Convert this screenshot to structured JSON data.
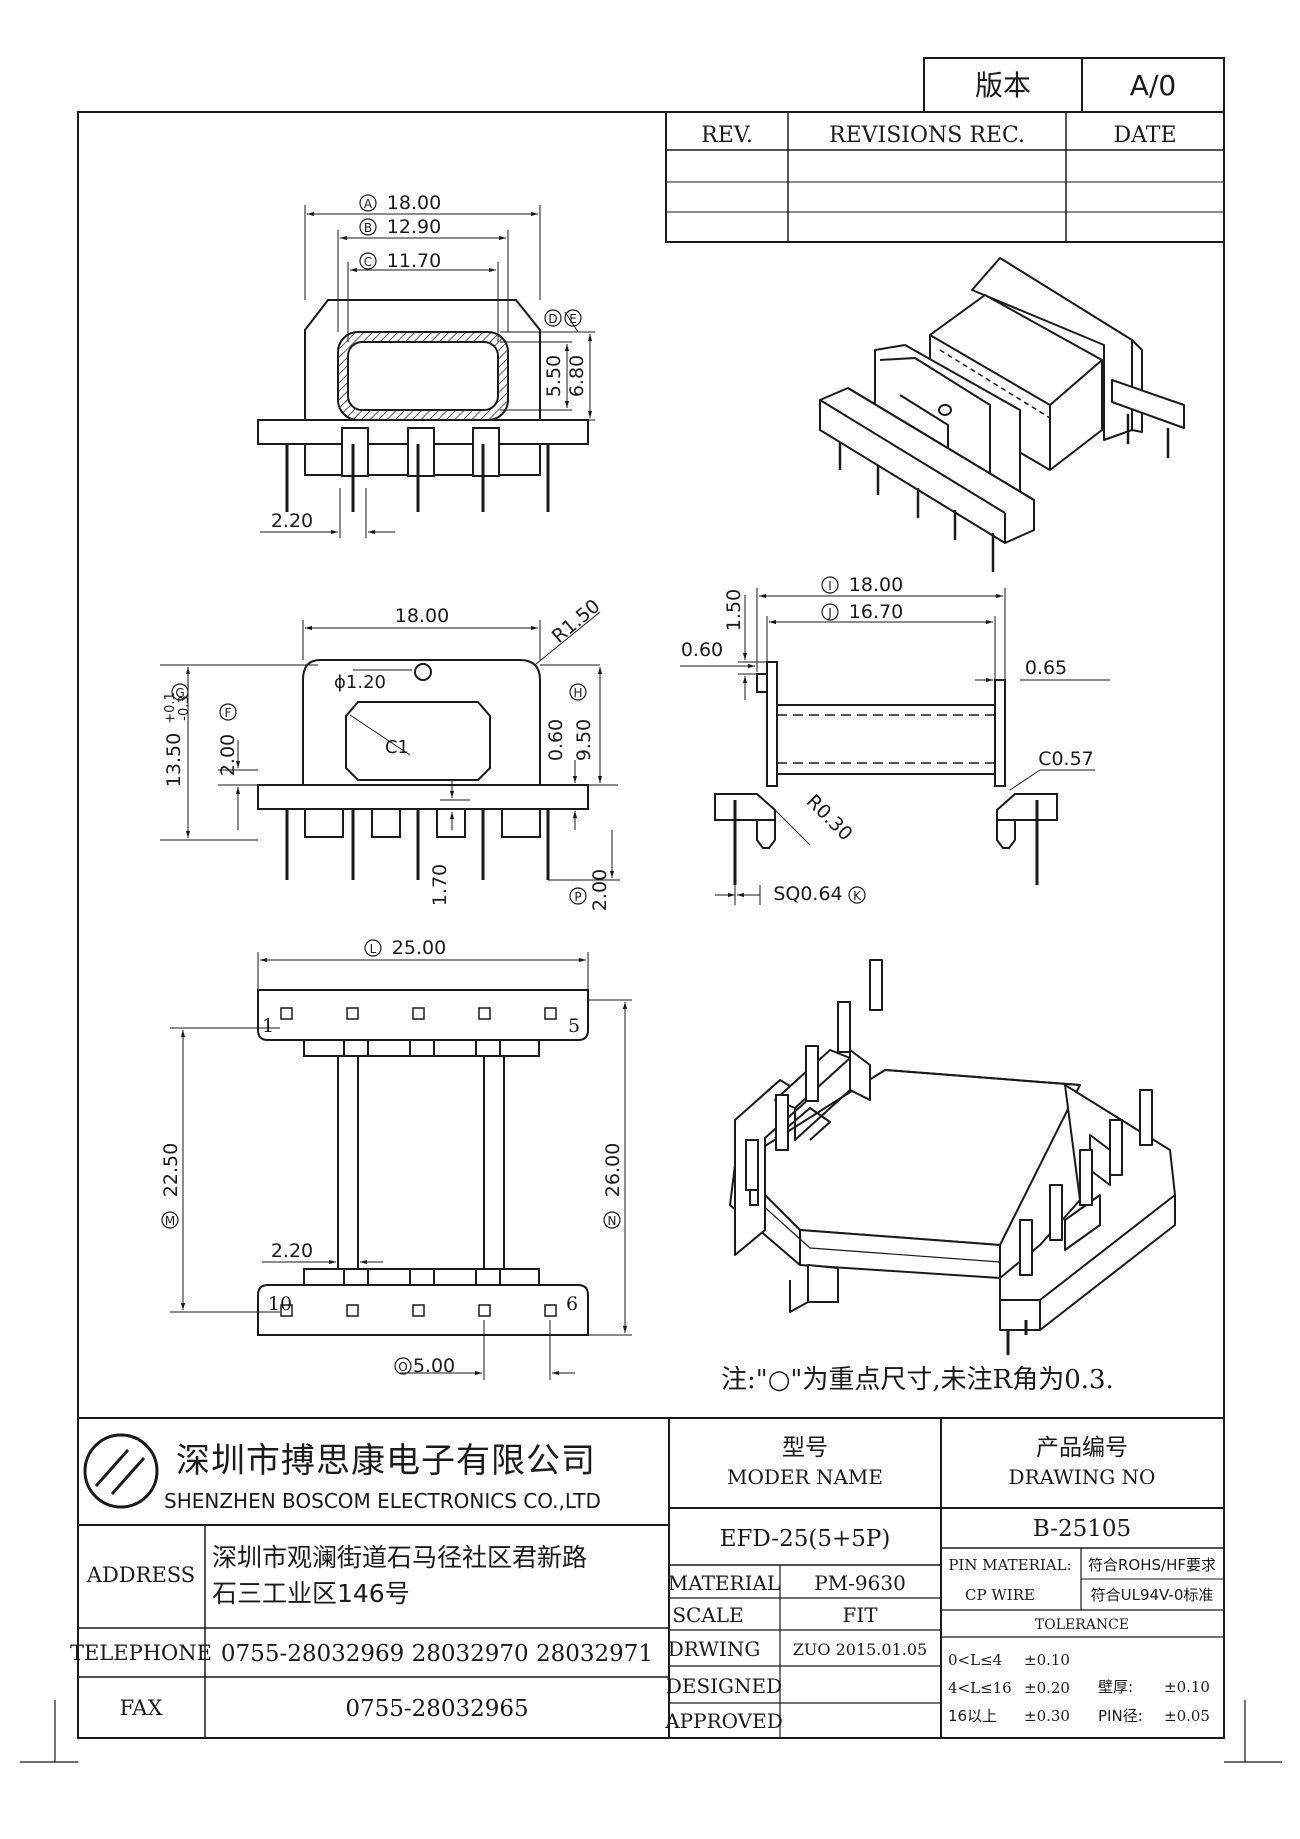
{
  "version_box": {
    "label": "版本",
    "value": "A/0"
  },
  "revision_table": {
    "headers": [
      "REV.",
      "REVISIONS REC.",
      "DATE"
    ]
  },
  "top_view_dims": {
    "a": "18.00",
    "b": "12.90",
    "c": "11.70",
    "d_label": "D",
    "e_label": "E",
    "v1": "5.50",
    "v2": "6.80",
    "pin_offset": "2.20"
  },
  "front_view_dims": {
    "width": "18.00",
    "radius": "R1.50",
    "hole": "ϕ1.20",
    "chamfer": "C1",
    "height": "13.50",
    "tol_plus": "+0.1",
    "tol_minus": "-0.3",
    "f_dim": "2.00",
    "h_inner": "0.60",
    "h_outer": "9.50",
    "pin_low": "1.70",
    "p_dim": "2.00"
  },
  "side_view_dims": {
    "i": "18.00",
    "j": "16.70",
    "top_v": "1.50",
    "left_h": "0.60",
    "right_h": "0.65",
    "chamfer": "C0.57",
    "radius": "R0.30",
    "pin_sq": "SQ0.64"
  },
  "bottom_view_dims": {
    "l": "25.00",
    "m": "22.50",
    "n": "26.00",
    "slot": "2.20",
    "o": "5.00",
    "pin1": "1",
    "pin5": "5",
    "pin6": "6",
    "pin10": "10"
  },
  "circle_labels": {
    "a": "A",
    "b": "B",
    "c": "C",
    "d": "D",
    "e": "E",
    "f": "F",
    "g": "G",
    "h": "H",
    "i": "I",
    "j": "J",
    "k": "K",
    "l": "L",
    "m": "M",
    "n": "N",
    "o": "O",
    "p": "P"
  },
  "note": "注:\"○\"为重点尺寸,未注R角为0.3.",
  "company": {
    "name_cn": "深圳市搏思康电子有限公司",
    "name_en": "SHENZHEN BOSCOM ELECTRONICS CO.,LTD"
  },
  "address": {
    "label": "ADDRESS",
    "line1": "深圳市观澜街道石马径社区君新路",
    "line2": "石三工业区146号"
  },
  "telephone": {
    "label": "TELEPHONE",
    "value": "0755-28032969 28032970 28032971"
  },
  "fax": {
    "label": "FAX",
    "value": "0755-28032965"
  },
  "model": {
    "label_cn": "型号",
    "label_en": "MODER NAME",
    "value": "EFD-25(5+5P)"
  },
  "drawing_no": {
    "label_cn": "产品编号",
    "label_en": "DRAWING NO",
    "value": "B-25105"
  },
  "material": {
    "label": "MATERIAL",
    "value": "PM-9630"
  },
  "scale": {
    "label": "SCALE",
    "value": "FIT"
  },
  "drwing": {
    "label": "DRWING",
    "value": "ZUO 2015.01.05"
  },
  "designed": {
    "label": "DESIGNED",
    "value": ""
  },
  "approved": {
    "label": "APPROVED",
    "value": ""
  },
  "pin_material": {
    "label": "PIN MATERIAL:",
    "value": "CP WIRE",
    "rohs": "符合ROHS/HF要求",
    "ul": "符合UL94V-0标准"
  },
  "tolerance": {
    "title": "TOLERANCE",
    "r1_range": "0<L≤4",
    "r1_tol": "±0.10",
    "r2_range": "4<L≤16",
    "r2_tol": "±0.20",
    "r3_range": "16以上",
    "r3_tol": "±0.30",
    "wall_label": "壁厚:",
    "wall_tol": "±0.10",
    "pin_label": "PIN径:",
    "pin_tol": "±0.05"
  }
}
